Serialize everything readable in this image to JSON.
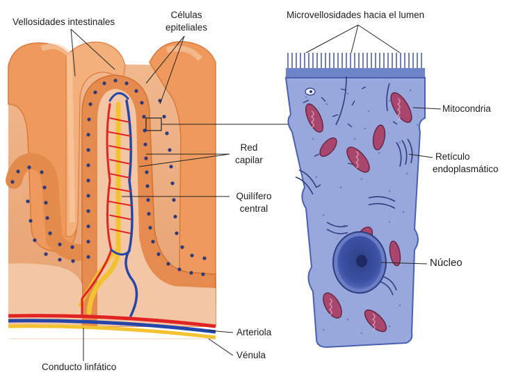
{
  "labels": {
    "villi": "Vellosidades intestinales",
    "epithelial_line1": "Células",
    "epithelial_line2": "epiteliales",
    "microvilli": "Microvellosidades hacia el lumen",
    "mitochondria": "Mitocondria",
    "capillary_line1": "Red",
    "capillary_line2": "capilar",
    "er_line1": "Retículo",
    "er_line2": "endoplasmático",
    "lacteal_line1": "Quilífero",
    "lacteal_line2": "central",
    "nucleus": "Núcleo",
    "arteriole": "Arteriola",
    "venule": "Vénula",
    "lymph_duct": "Conducto linfático"
  },
  "colors": {
    "villus_light": "#f6b98a",
    "villus_mid": "#ee9a63",
    "villus_dark": "#d97532",
    "villus_core": "#f2c9a7",
    "epithelial_dot": "#2b3a7a",
    "artery_red": "#e02424",
    "vein_blue": "#2446a8",
    "lymph_yellow": "#f2c230",
    "cell_fill": "#98a8dc",
    "cell_border": "#4a5fb0",
    "nucleus": "#3f52a3",
    "mito": "#a8466e"
  }
}
